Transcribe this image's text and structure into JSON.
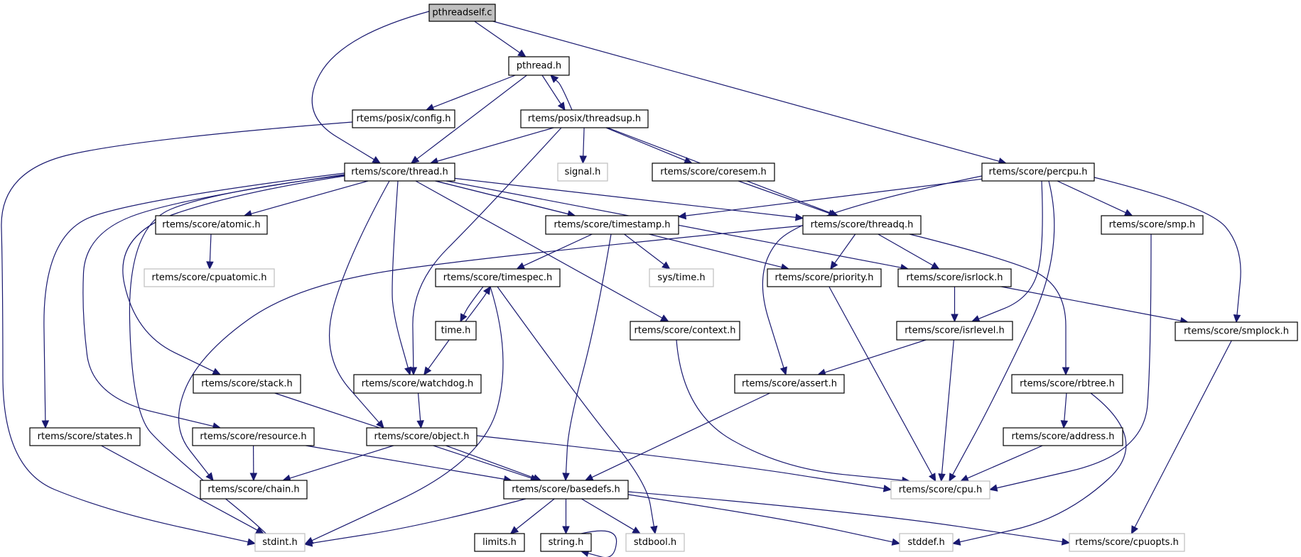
{
  "title": "pthreadself.c",
  "colors": {
    "edge": "#191970",
    "node_border": "#000000",
    "leaf_border": "#bfbfbf",
    "root_fill": "#bfbfbf"
  },
  "nodes": [
    {
      "id": "pthreadself_c",
      "label": "pthreadself.c",
      "kind": "root"
    },
    {
      "id": "pthread_h",
      "label": "pthread.h",
      "kind": "normal"
    },
    {
      "id": "posix_config_h",
      "label": "rtems/posix/config.h",
      "kind": "normal"
    },
    {
      "id": "posix_threadsup_h",
      "label": "rtems/posix/threadsup.h",
      "kind": "normal"
    },
    {
      "id": "thread_h",
      "label": "rtems/score/thread.h",
      "kind": "normal"
    },
    {
      "id": "signal_h",
      "label": "signal.h",
      "kind": "leaf"
    },
    {
      "id": "coresem_h",
      "label": "rtems/score/coresem.h",
      "kind": "normal"
    },
    {
      "id": "percpu_h",
      "label": "rtems/score/percpu.h",
      "kind": "normal"
    },
    {
      "id": "atomic_h",
      "label": "rtems/score/atomic.h",
      "kind": "normal"
    },
    {
      "id": "timestamp_h",
      "label": "rtems/score/timestamp.h",
      "kind": "normal"
    },
    {
      "id": "threadq_h",
      "label": "rtems/score/threadq.h",
      "kind": "normal"
    },
    {
      "id": "smp_h",
      "label": "rtems/score/smp.h",
      "kind": "normal"
    },
    {
      "id": "cpuatomic_h",
      "label": "rtems/score/cpuatomic.h",
      "kind": "leaf"
    },
    {
      "id": "timespec_h",
      "label": "rtems/score/timespec.h",
      "kind": "normal"
    },
    {
      "id": "sys_time_h",
      "label": "sys/time.h",
      "kind": "leaf"
    },
    {
      "id": "priority_h",
      "label": "rtems/score/priority.h",
      "kind": "normal"
    },
    {
      "id": "isrlock_h",
      "label": "rtems/score/isrlock.h",
      "kind": "normal"
    },
    {
      "id": "time_h",
      "label": "time.h",
      "kind": "normal"
    },
    {
      "id": "context_h",
      "label": "rtems/score/context.h",
      "kind": "normal"
    },
    {
      "id": "isrlevel_h",
      "label": "rtems/score/isrlevel.h",
      "kind": "normal"
    },
    {
      "id": "smplock_h",
      "label": "rtems/score/smplock.h",
      "kind": "normal"
    },
    {
      "id": "stack_h",
      "label": "rtems/score/stack.h",
      "kind": "normal"
    },
    {
      "id": "watchdog_h",
      "label": "rtems/score/watchdog.h",
      "kind": "normal"
    },
    {
      "id": "assert_h",
      "label": "rtems/score/assert.h",
      "kind": "normal"
    },
    {
      "id": "rbtree_h",
      "label": "rtems/score/rbtree.h",
      "kind": "normal"
    },
    {
      "id": "states_h",
      "label": "rtems/score/states.h",
      "kind": "normal"
    },
    {
      "id": "resource_h",
      "label": "rtems/score/resource.h",
      "kind": "normal"
    },
    {
      "id": "object_h",
      "label": "rtems/score/object.h",
      "kind": "normal"
    },
    {
      "id": "address_h",
      "label": "rtems/score/address.h",
      "kind": "normal"
    },
    {
      "id": "chain_h",
      "label": "rtems/score/chain.h",
      "kind": "normal"
    },
    {
      "id": "basedefs_h",
      "label": "rtems/score/basedefs.h",
      "kind": "normal"
    },
    {
      "id": "cpu_h",
      "label": "rtems/score/cpu.h",
      "kind": "leaf"
    },
    {
      "id": "stdint_h",
      "label": "stdint.h",
      "kind": "leaf"
    },
    {
      "id": "limits_h",
      "label": "limits.h",
      "kind": "normal"
    },
    {
      "id": "string_h",
      "label": "string.h",
      "kind": "normal"
    },
    {
      "id": "stdbool_h",
      "label": "stdbool.h",
      "kind": "leaf"
    },
    {
      "id": "stddef_h",
      "label": "stddef.h",
      "kind": "leaf"
    },
    {
      "id": "cpuopts_h",
      "label": "rtems/score/cpuopts.h",
      "kind": "leaf"
    }
  ],
  "edges": [
    [
      "pthreadself_c",
      "pthread_h"
    ],
    [
      "pthreadself_c",
      "thread_h"
    ],
    [
      "pthreadself_c",
      "percpu_h"
    ],
    [
      "pthread_h",
      "posix_config_h"
    ],
    [
      "pthread_h",
      "thread_h"
    ],
    [
      "pthread_h",
      "posix_threadsup_h"
    ],
    [
      "posix_threadsup_h",
      "pthread_h"
    ],
    [
      "posix_config_h",
      "stdint_h"
    ],
    [
      "posix_threadsup_h",
      "thread_h"
    ],
    [
      "posix_threadsup_h",
      "signal_h"
    ],
    [
      "posix_threadsup_h",
      "coresem_h"
    ],
    [
      "posix_threadsup_h",
      "threadq_h"
    ],
    [
      "posix_threadsup_h",
      "watchdog_h"
    ],
    [
      "thread_h",
      "atomic_h"
    ],
    [
      "thread_h",
      "timestamp_h"
    ],
    [
      "thread_h",
      "threadq_h"
    ],
    [
      "thread_h",
      "priority_h"
    ],
    [
      "thread_h",
      "isrlock_h"
    ],
    [
      "thread_h",
      "context_h"
    ],
    [
      "thread_h",
      "stack_h"
    ],
    [
      "thread_h",
      "watchdog_h"
    ],
    [
      "thread_h",
      "object_h"
    ],
    [
      "thread_h",
      "states_h"
    ],
    [
      "thread_h",
      "resource_h"
    ],
    [
      "thread_h",
      "stdint_h"
    ],
    [
      "coresem_h",
      "threadq_h"
    ],
    [
      "percpu_h",
      "timestamp_h"
    ],
    [
      "percpu_h",
      "smp_h"
    ],
    [
      "percpu_h",
      "smplock_h"
    ],
    [
      "percpu_h",
      "isrlevel_h"
    ],
    [
      "percpu_h",
      "assert_h"
    ],
    [
      "percpu_h",
      "cpu_h"
    ],
    [
      "atomic_h",
      "cpuatomic_h"
    ],
    [
      "timestamp_h",
      "timespec_h"
    ],
    [
      "timestamp_h",
      "sys_time_h"
    ],
    [
      "timestamp_h",
      "basedefs_h"
    ],
    [
      "threadq_h",
      "priority_h"
    ],
    [
      "threadq_h",
      "isrlock_h"
    ],
    [
      "threadq_h",
      "rbtree_h"
    ],
    [
      "threadq_h",
      "chain_h"
    ],
    [
      "smp_h",
      "cpu_h"
    ],
    [
      "timespec_h",
      "time_h"
    ],
    [
      "time_h",
      "timespec_h"
    ],
    [
      "timespec_h",
      "stdbool_h"
    ],
    [
      "timespec_h",
      "stdint_h"
    ],
    [
      "time_h",
      "watchdog_h"
    ],
    [
      "priority_h",
      "cpu_h"
    ],
    [
      "isrlock_h",
      "isrlevel_h"
    ],
    [
      "isrlock_h",
      "smplock_h"
    ],
    [
      "context_h",
      "cpu_h"
    ],
    [
      "isrlevel_h",
      "assert_h"
    ],
    [
      "isrlevel_h",
      "cpu_h"
    ],
    [
      "smplock_h",
      "cpuopts_h"
    ],
    [
      "stack_h",
      "basedefs_h"
    ],
    [
      "watchdog_h",
      "object_h"
    ],
    [
      "assert_h",
      "basedefs_h"
    ],
    [
      "rbtree_h",
      "address_h"
    ],
    [
      "rbtree_h",
      "stddef_h"
    ],
    [
      "states_h",
      "stdint_h"
    ],
    [
      "resource_h",
      "chain_h"
    ],
    [
      "resource_h",
      "basedefs_h"
    ],
    [
      "object_h",
      "chain_h"
    ],
    [
      "object_h",
      "basedefs_h"
    ],
    [
      "object_h",
      "cpu_h"
    ],
    [
      "address_h",
      "cpu_h"
    ],
    [
      "basedefs_h",
      "stdint_h"
    ],
    [
      "basedefs_h",
      "limits_h"
    ],
    [
      "basedefs_h",
      "string_h"
    ],
    [
      "basedefs_h",
      "stdbool_h"
    ],
    [
      "basedefs_h",
      "stddef_h"
    ],
    [
      "basedefs_h",
      "cpuopts_h"
    ],
    [
      "string_h",
      "string_h"
    ]
  ]
}
